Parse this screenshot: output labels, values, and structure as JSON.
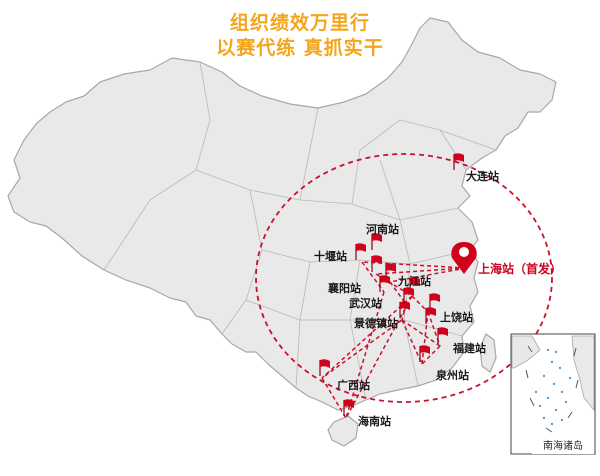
{
  "title": {
    "line1": "组织绩效万里行",
    "line2": "以赛代练  真抓实干"
  },
  "colors": {
    "title": "#f4a51c",
    "route": "#c8102e",
    "flag": "#d0021b",
    "land": "#e9e9e9",
    "border": "#a8a8a8"
  },
  "start_station": {
    "name": "上海站",
    "note": "（首发）",
    "icon": "map-pin-icon"
  },
  "stations": [
    {
      "id": "dalian",
      "label": "大连站"
    },
    {
      "id": "henan",
      "label": "河南站"
    },
    {
      "id": "shiyan",
      "label": "十堰站"
    },
    {
      "id": "xiangyang",
      "label": "襄阳站"
    },
    {
      "id": "jiujiang",
      "label": "九江站"
    },
    {
      "id": "wuhan",
      "label": "武汉站"
    },
    {
      "id": "shangrao",
      "label": "上饶站"
    },
    {
      "id": "jingdezhen",
      "label": "景德镇站"
    },
    {
      "id": "fujian",
      "label": "福建站"
    },
    {
      "id": "quanzhou",
      "label": "泉州站"
    },
    {
      "id": "guangxi",
      "label": "广西站"
    },
    {
      "id": "hainan",
      "label": "海南站"
    }
  ],
  "inset": {
    "label": "南海诸岛"
  }
}
